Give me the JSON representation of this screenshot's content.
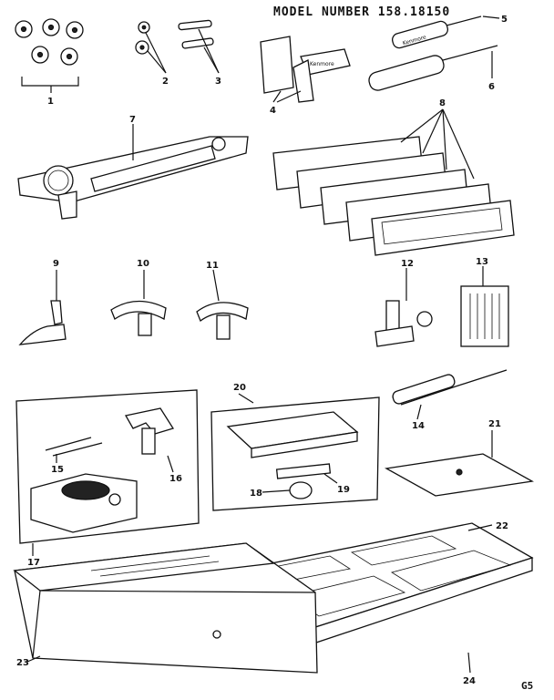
{
  "header": {
    "model_title": "MODEL NUMBER 158.18150"
  },
  "footer": {
    "figure_code": "G5"
  },
  "brand_marks": {
    "screwdriver_mark": "Kenmore",
    "oiler_mark": "Kenmore"
  },
  "callouts": [
    {
      "id": "1",
      "label": "1"
    },
    {
      "id": "2",
      "label": "2"
    },
    {
      "id": "3",
      "label": "3"
    },
    {
      "id": "4",
      "label": "4"
    },
    {
      "id": "5",
      "label": "5"
    },
    {
      "id": "6",
      "label": "6"
    },
    {
      "id": "7",
      "label": "7"
    },
    {
      "id": "8",
      "label": "8"
    },
    {
      "id": "9",
      "label": "9"
    },
    {
      "id": "10",
      "label": "10"
    },
    {
      "id": "11",
      "label": "11"
    },
    {
      "id": "12",
      "label": "12"
    },
    {
      "id": "13",
      "label": "13"
    },
    {
      "id": "14",
      "label": "14"
    },
    {
      "id": "15",
      "label": "15"
    },
    {
      "id": "16",
      "label": "16"
    },
    {
      "id": "17",
      "label": "17"
    },
    {
      "id": "18",
      "label": "18"
    },
    {
      "id": "19",
      "label": "19"
    },
    {
      "id": "20",
      "label": "20"
    },
    {
      "id": "21",
      "label": "21"
    },
    {
      "id": "22",
      "label": "22"
    },
    {
      "id": "23",
      "label": "23"
    },
    {
      "id": "24",
      "label": "24"
    }
  ]
}
